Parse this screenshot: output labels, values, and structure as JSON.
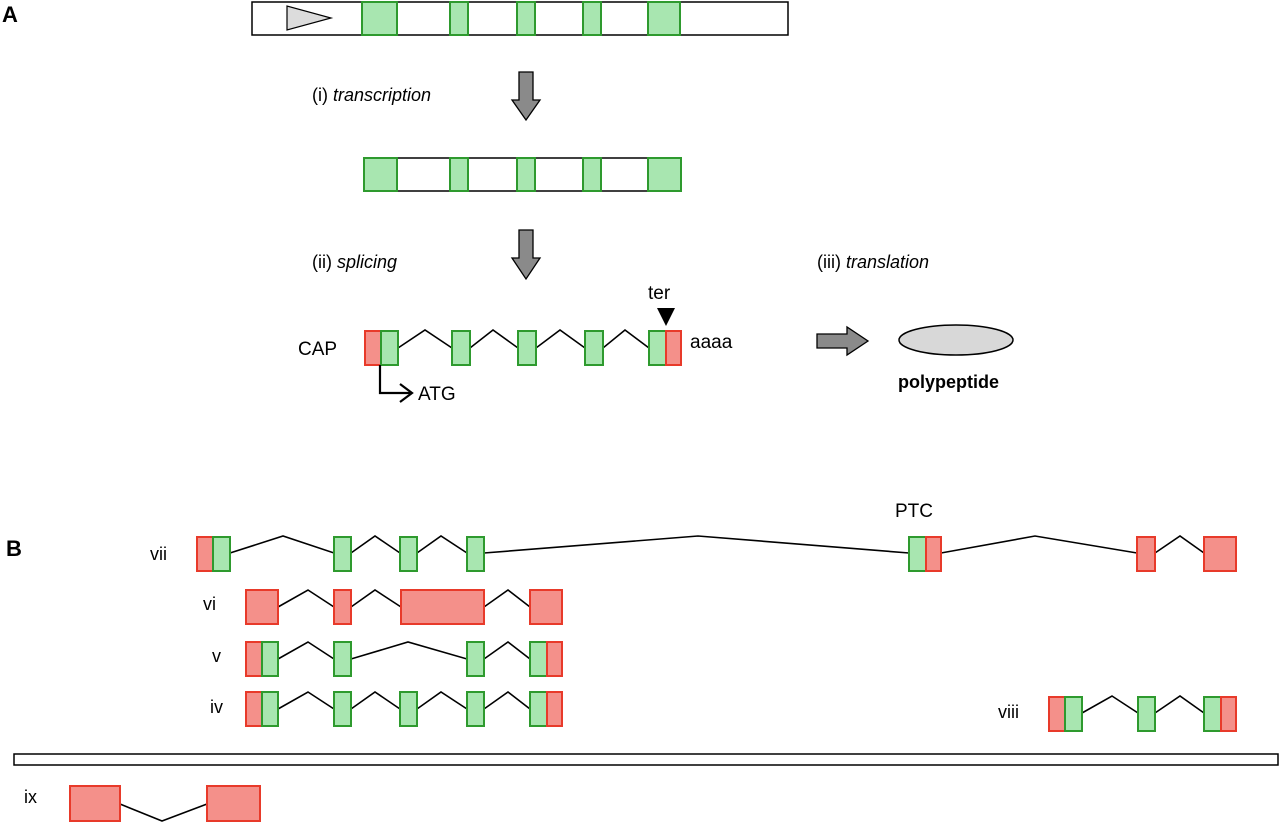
{
  "panels": {
    "a": "A",
    "b": "B"
  },
  "steps": {
    "transcription_num": "(i)",
    "transcription": "transcription",
    "splicing_num": "(ii)",
    "splicing": "splicing",
    "translation_num": "(iii)",
    "translation": "translation"
  },
  "mrna": {
    "cap": "CAP",
    "polya": "aaaa",
    "start": "ATG",
    "stop": "ter",
    "product": "polypeptide"
  },
  "isoforms": {
    "iv": "iv",
    "v": "v",
    "vi": "vi",
    "vii": "vii",
    "viii": "viii",
    "ix": "ix",
    "ptc": "PTC"
  },
  "colors": {
    "coding_fill": "#a8e6b0",
    "coding_stroke": "#2e9a2e",
    "noncoding_fill": "#f4908a",
    "noncoding_stroke": "#e83a2a",
    "arrow_fill": "#8a8a8a",
    "promoter_fill": "#dcdcdc",
    "protein_fill": "#d8d8d8"
  }
}
